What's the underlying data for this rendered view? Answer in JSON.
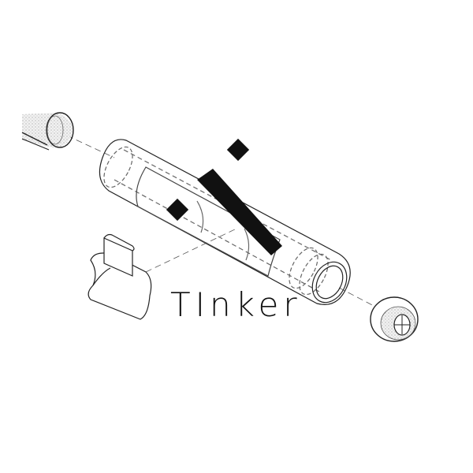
{
  "logo": {
    "wordmark": "TInker",
    "ink_color": "#111111",
    "line_color": "#333333",
    "background": "#ffffff"
  },
  "illustration": {
    "components": [
      "left-end-cap-sponge",
      "main-tube-cylinder",
      "usb-c-connector-clip",
      "right-end-cap-sponge"
    ],
    "overlay_marks": [
      "diamond-top",
      "diamond-left",
      "diagonal-bar"
    ]
  }
}
